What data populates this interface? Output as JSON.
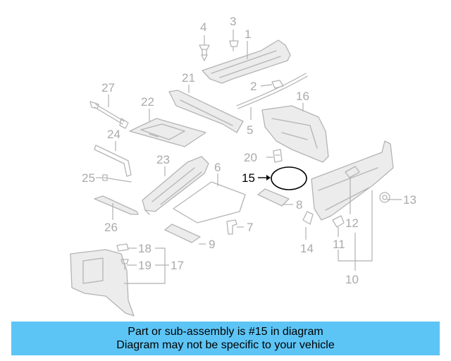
{
  "diagram": {
    "highlighted_part": "15",
    "callouts": [
      "1",
      "2",
      "3",
      "4",
      "5",
      "6",
      "7",
      "8",
      "9",
      "10",
      "11",
      "12",
      "13",
      "14",
      "15",
      "16",
      "17",
      "18",
      "19",
      "20",
      "21",
      "22",
      "23",
      "24",
      "25",
      "26",
      "27"
    ]
  },
  "banner": {
    "line1": "Part or sub-assembly is #15 in diagram",
    "line2": "Diagram may not be specific to your vehicle"
  },
  "colors": {
    "banner_bg": "#5dc5f6",
    "part_lines": "#b4b4b4",
    "highlight": "#000000"
  }
}
